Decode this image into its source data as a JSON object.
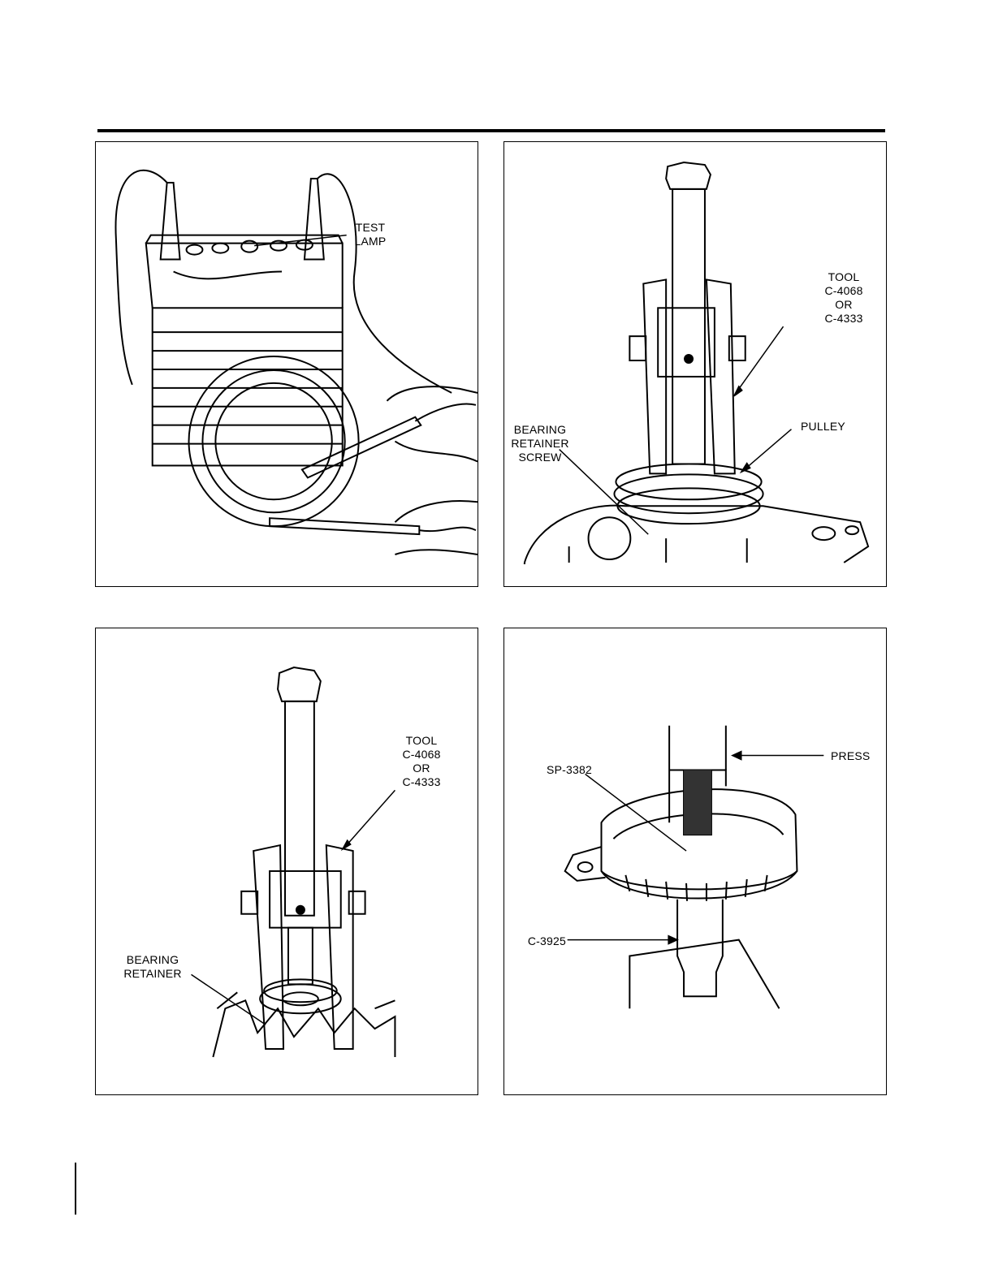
{
  "figures": [
    {
      "id": "fig-test-lamp",
      "labels": {
        "test_lamp_1": "TEST",
        "test_lamp_2": "LAMP"
      }
    },
    {
      "id": "fig-pulley-removal",
      "labels": {
        "tool_1": "TOOL",
        "tool_2": "C-4068",
        "tool_3": "OR",
        "tool_4": "C-4333",
        "pulley": "PULLEY",
        "screw_1": "BEARING",
        "screw_2": "RETAINER",
        "screw_3": "SCREW"
      }
    },
    {
      "id": "fig-bearing-retainer-removal",
      "labels": {
        "tool_1": "TOOL",
        "tool_2": "C-4068",
        "tool_3": "OR",
        "tool_4": "C-4333",
        "retainer_1": "BEARING",
        "retainer_2": "RETAINER"
      }
    },
    {
      "id": "fig-press-installation",
      "labels": {
        "press": "PRESS",
        "sp": "SP-3382",
        "c": "C-3925"
      }
    }
  ]
}
